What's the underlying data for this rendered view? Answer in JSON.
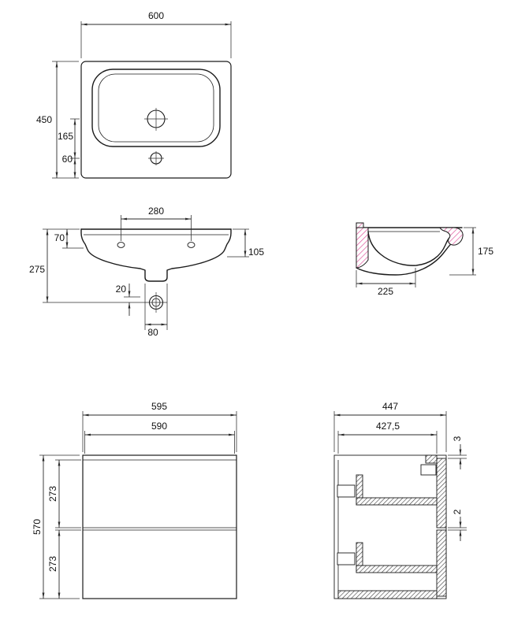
{
  "drawing": {
    "basin_top": {
      "width": "600",
      "depth": "450",
      "drain_to_tap": "165",
      "tap_to_edge": "60"
    },
    "basin_front": {
      "fixing_holes_span": "280",
      "rim_height": "70",
      "overall_height": "275",
      "bowl_side_height": "105",
      "waste_offset": "20",
      "waste_span": "80"
    },
    "basin_side": {
      "height": "175",
      "drain_from_back": "225"
    },
    "cabinet_front": {
      "overall_width": "595",
      "front_width": "590",
      "overall_height": "570",
      "top_drawer_height": "273",
      "bottom_drawer_height": "273"
    },
    "cabinet_side": {
      "overall_depth": "447",
      "inner_depth": "427,5",
      "top_gap": "3",
      "drawer_gap": "2"
    }
  },
  "colors": {
    "line": "#1b1b1b",
    "dimension": "#2b2b2b",
    "ceramic_hatch": "#e0559c",
    "panel_hatch": "#3a3a3a"
  }
}
